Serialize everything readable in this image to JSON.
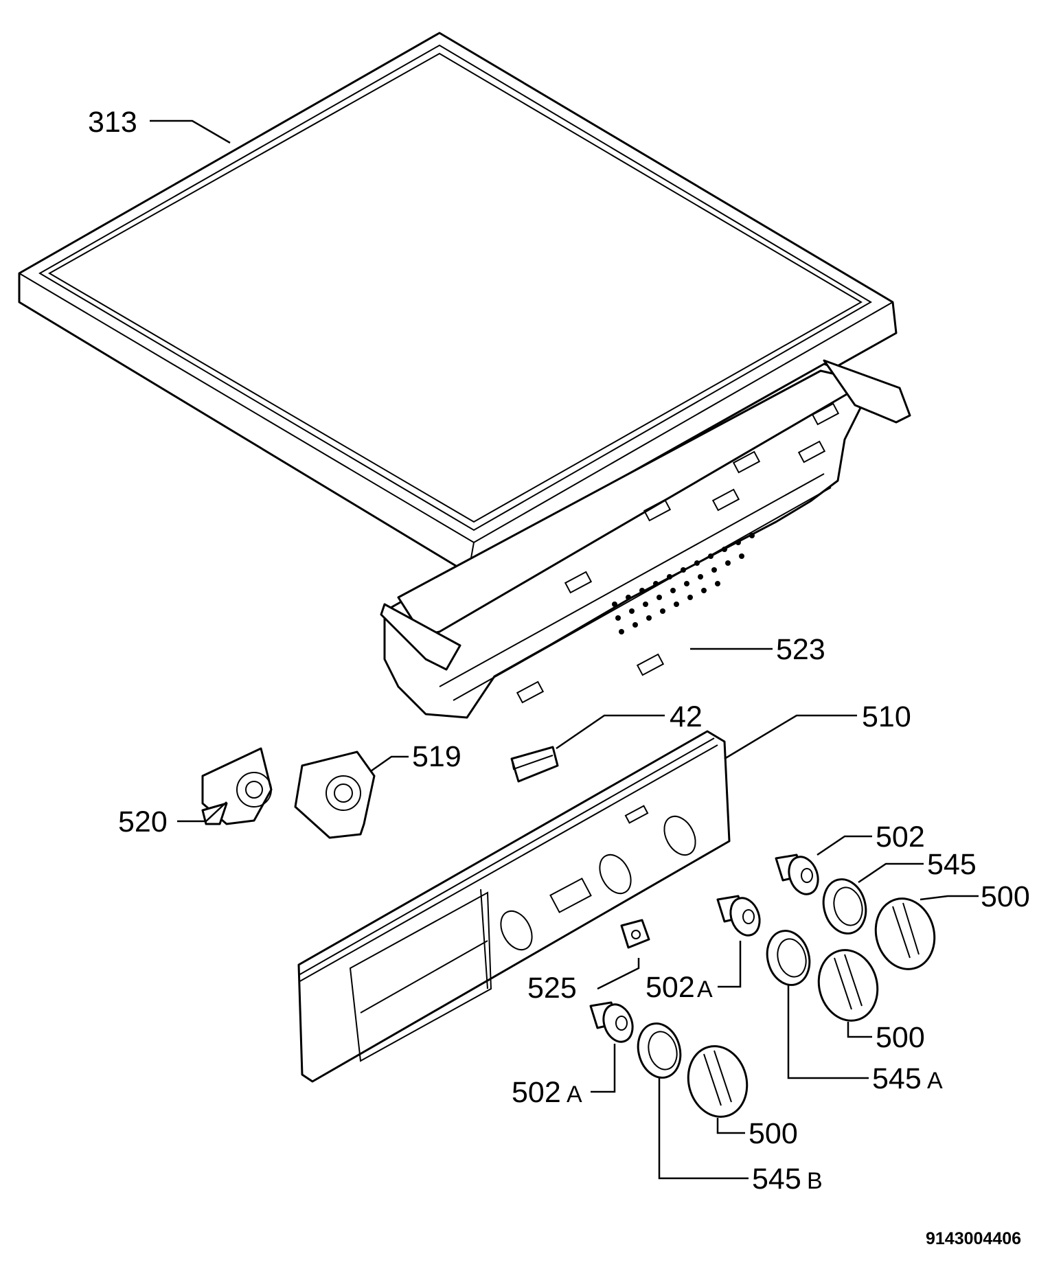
{
  "callouts": {
    "c313": "313",
    "c523": "523",
    "c42": "42",
    "c510": "510",
    "c519": "519",
    "c520": "520",
    "c502_top": "502",
    "c545_top": "545",
    "c500_top": "500",
    "c525": "525",
    "c502_mid": "502",
    "c502_mid_suffix": "A",
    "c500_mid": "500",
    "c545_mid": "545",
    "c545_mid_suffix": "A",
    "c502_low": "502",
    "c502_low_suffix": "A",
    "c500_low": "500",
    "c545_low": "545",
    "c545_low_suffix": "B"
  },
  "drawing_code": "9143004406"
}
